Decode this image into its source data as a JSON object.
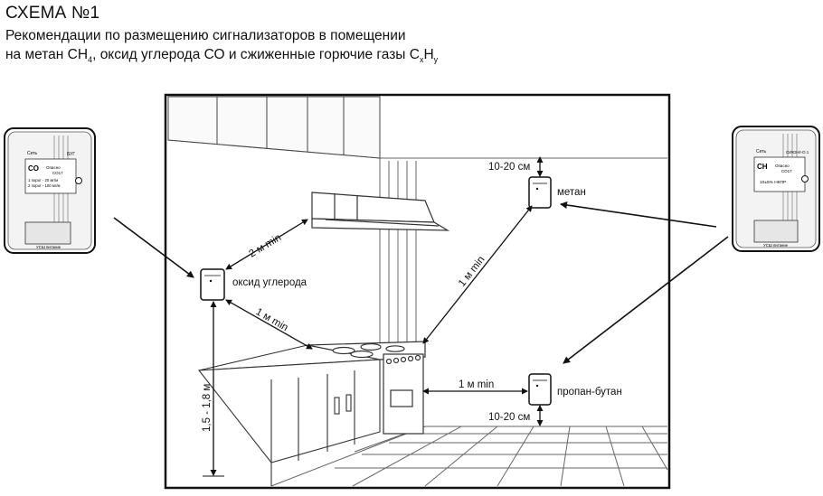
{
  "header": {
    "title": "СХЕМА №1",
    "line1": "Рекомендации по размещению сигнализаторов в помещении",
    "line2_prefix": "на метан CH",
    "line2_sub1": "4",
    "line2_mid": ", оксид углерода СО и сжиженные горючие газы C",
    "line2_sub2": "x",
    "line2_mid2": "H",
    "line2_sub3": "y"
  },
  "labels": {
    "co_sensor": "оксид углерода",
    "methane_sensor": "метан",
    "propane_sensor": "пропан-бутан"
  },
  "dimensions": {
    "hood_to_co": "2 м min",
    "co_to_stove": "1 м min",
    "stove_to_methane": "1 м min",
    "stove_to_propane": "1 м min",
    "ceiling_gap": "10-20 см",
    "floor_gap": "10-20 см",
    "co_height": "1,5 - 1,8 м"
  },
  "devices": {
    "left": {
      "brand_top": "Сеть",
      "model": "БУГ",
      "gas": "CO",
      "status": "Опасно",
      "code": "СО17",
      "line1": "1 порог - 20 мг/м",
      "line2": "2 порог - 100 мг/м",
      "bottom": "УСШ питание"
    },
    "right": {
      "brand_top": "Сеть",
      "model": "СИКЗ-И-О.1",
      "gas": "CH",
      "status": "Опасно",
      "code": "СО17",
      "line1": "10±5% НКПР",
      "bottom": "УСШ питание"
    }
  }
}
